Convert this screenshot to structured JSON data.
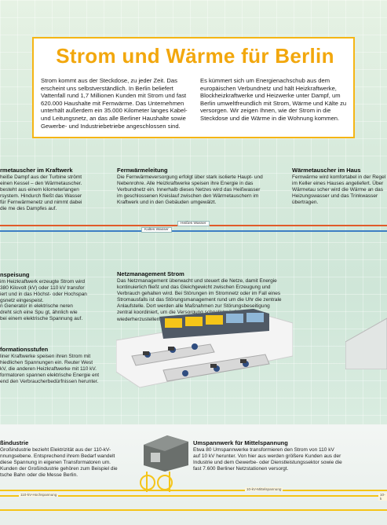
{
  "title": "Strom und Wärme für Berlin",
  "intro": {
    "left": "Strom kommt aus der Steckdose, zu jeder Zeit. Das erscheint uns selbstverständlich. In Berlin beliefert Vattenfall rund 1,7 Millionen Kunden mit Strom und fast 620.000 Haushalte mit Fernwärme. Das Unternehmen unterhält außerdem ein 35.000 Kilometer langes Kabel- und Leitungsnetz, an das alle Berliner Haushalte sowie Gewerbe- und Industriebetriebe angeschlossen sind.",
    "right": "Es kümmert sich um Energienachschub aus dem europäischen Verbundnetz und hält Heizkraftwerke, Blockheizkraftwerke und Heizwerke unter Dampf, um Berlin umweltfreundlich mit Strom, Wärme und Kälte zu versorgen. Wir zeigen Ihnen, wie der Strom in die Steckdose und die Wärme in die Wohnung kommen."
  },
  "sections": {
    "waermetauscher_kraftwerk": {
      "heading": "rmetauscher im Kraftwerk",
      "text": "heiße Dampf aus der Turbine strömt einen Kessel – den Wärmetauscher. besteht aus einem kilometerlangen rsystem. Hindurch fließt das Wasser für Fernwärmenetz und nimmt dabei die me des Dampfes auf."
    },
    "fernwaermeleitung": {
      "heading": "Fernwärmeleitung",
      "text": "Die Fernwärmeversorgung erfolgt über stark isolierte Haupt- und Nebenrohre. Alle Heizkraftwerke speisen ihre Energie in das Verbundnetz ein. Innerhalb dieses Netzes wird das Heißwasser im geschlossenen Kreislauf zwischen den Wärmetauschern im Kraftwerk und in den Gebäuden umgewälzt."
    },
    "waermetauscher_haus": {
      "heading": "Wärmetauscher im Haus",
      "text": "Fernwärme wird komfortabel in der Regel im Keller eines Hauses angeliefert. Über Wärmetau scher wird die Wärme an das Heizungswasser und das Trinkwasser übertragen."
    },
    "einspeisung": {
      "heading": "nspeisung",
      "text": "im Heizkraftwerk erzeugte Strom wird 380 Kilovolt (kV) oder 110 kV transfor iert und in das Höchst- oder Hochspan gsnetz eingespeist."
    },
    "generator": {
      "text": "n Generator in elektrische neren dreht sich eine Spu gt, ähnlich wie bei einem elektrische Spannung auf."
    },
    "netzmanagement": {
      "heading": "Netzmanagement Strom",
      "text": "Das Netzmanagement überwacht und steuert die Netze, damit Energie kontinuierlich fließt und das Gleichgewicht zwischen Erzeugung und Verbrauch gehalten wird. Bei Störungen im Stromnetz oder im Fall eines Stromausfalls ist das Störungsmanagement rund um die Uhr die zentrale Anlaufstelle. Dort werden alle Maßnahmen zur Störungsbeseitigung zentral koordiniert, um die Versorgung schnellstmöglich wiederherzustellen."
    },
    "transformationsstufen": {
      "heading": "formationsstufen",
      "text": "liner Kraftwerke speisen ihren Strom mit hiedlichen Spannungen ein. Reuter West kV, die anderen Heizkraftwerke mit 110 kV. formatoren spannen elektrische Energie ent end den Verbraucherbedürfnissen herunter."
    },
    "grossindustrie": {
      "heading": "ßindustrie",
      "text": "Großindustrie bezieht Elektrizität aus der 110-kV-nnungsebene. Entsprechend ihrem Bedarf wandelt diese Spannung in eigenen Transformatoren um. Kunden der Großindustrie gehören zum Beispiel die tsche Bahn oder die Messe Berlin."
    },
    "umspannwerk": {
      "heading": "Umspannwerk für Mittelspannung",
      "text": "Etwa 80 Umspannwerke transformieren den Strom von 110 kV auf 10 kV herunter. Von hier aus werden größere Kunden aus der Industrie und dem Gewerbe- oder Dienstleistungssektor sowie die fast 7.600 Berliner Netzstationen versorgt."
    }
  },
  "pipe_labels": {
    "hot": "Heißes Wasser",
    "cold": "Kaltes Wasser"
  },
  "cable_labels": {
    "hoch": "110-kV-Hochspannung",
    "mittel": "10-kV-Mittelspannung",
    "right_cut": "10-k"
  },
  "colors": {
    "accent": "#f5b515",
    "title": "#f2a70d",
    "hot_pipe": "#e05a2a",
    "cold_pipe": "#3d7fc4"
  }
}
